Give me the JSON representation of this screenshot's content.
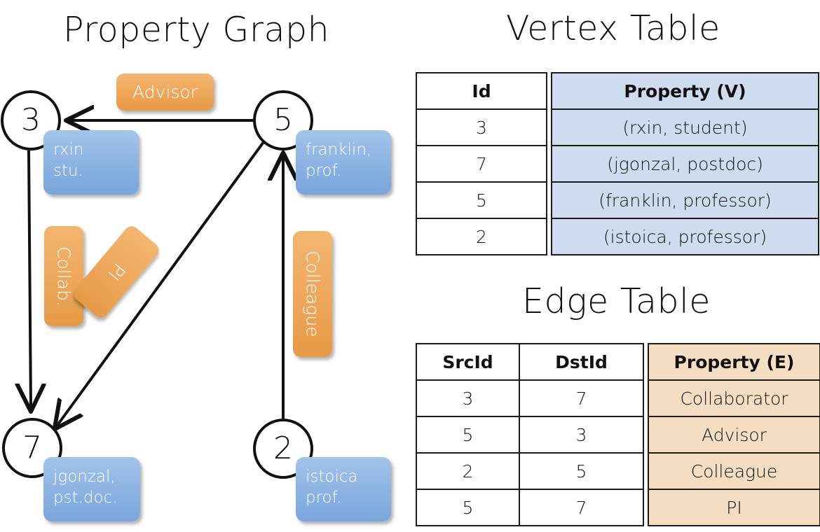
{
  "titles": {
    "property_graph": "Property Graph",
    "vertex_table": "Vertex Table",
    "edge_table": "Edge Table"
  },
  "colors": {
    "vertex_property_fill": "#8fb5e4",
    "edge_property_fill": "#eea85c",
    "vertex_table_header_fill": "#cfdcef",
    "edge_table_header_fill": "#f5ddc3",
    "stroke": "#111111",
    "background": "#ffffff"
  },
  "graph": {
    "vertices": [
      {
        "id": "3",
        "property_box": {
          "line1": "rxin",
          "line2": "stu."
        }
      },
      {
        "id": "5",
        "property_box": {
          "line1": "franklin,",
          "line2": "prof."
        }
      },
      {
        "id": "7",
        "property_box": {
          "line1": "jgonzal,",
          "line2": "pst.doc."
        }
      },
      {
        "id": "2",
        "property_box": {
          "line1": "istoica",
          "line2": "prof."
        }
      }
    ],
    "edge_labels": [
      {
        "label": "Advisor",
        "orientation": "horizontal",
        "from": "5",
        "to": "3"
      },
      {
        "label": "Collab.",
        "orientation": "vertical",
        "from": "3",
        "to": "7"
      },
      {
        "label": "PI",
        "orientation": "rotated",
        "from": "5",
        "to": "7"
      },
      {
        "label": "Colleague",
        "orientation": "vertical",
        "from": "2",
        "to": "5"
      }
    ]
  },
  "vertex_table": {
    "headers": [
      "Id",
      "Property (V)"
    ],
    "rows": [
      {
        "id": "3",
        "property": "(rxin, student)"
      },
      {
        "id": "7",
        "property": "(jgonzal, postdoc)"
      },
      {
        "id": "5",
        "property": "(franklin, professor)"
      },
      {
        "id": "2",
        "property": "(istoica, professor)"
      }
    ]
  },
  "edge_table": {
    "headers": [
      "SrcId",
      "DstId",
      "Property (E)"
    ],
    "rows": [
      {
        "src": "3",
        "dst": "7",
        "property": "Collaborator"
      },
      {
        "src": "5",
        "dst": "3",
        "property": "Advisor"
      },
      {
        "src": "2",
        "dst": "5",
        "property": "Colleague"
      },
      {
        "src": "5",
        "dst": "7",
        "property": "PI"
      }
    ]
  }
}
